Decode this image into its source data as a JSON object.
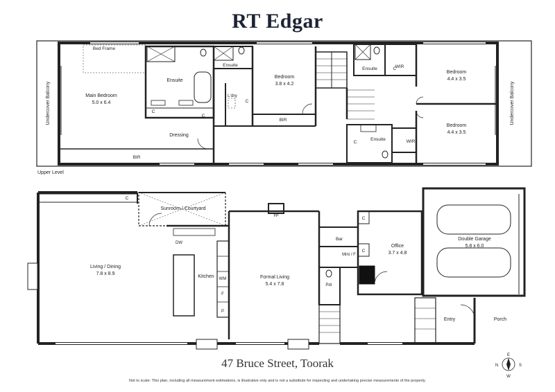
{
  "brand": "RT Edgar",
  "address": "47 Bruce Street, Toorak",
  "disclaimer": "Not to scale: This plan, including all measurement estimations, is illustrative only and is not a substitute for inspecting and undertaking precise measurements of the property.",
  "colors": {
    "wall": "#222222",
    "brand": "#1c2433",
    "text": "#222222"
  },
  "upper_level": {
    "label": "Upper Level",
    "balcony_left": "Undercover Balcony",
    "balcony_right": "Undercover Balcony",
    "rooms": {
      "bed_frame": "Bed Frame",
      "main_bedroom": "Main Bedroom",
      "main_bedroom_dims": "5.0 x 6.4",
      "ensuite_main": "Ensuite",
      "ensuite_mid": "Ensuite",
      "ensuite_right_top": "Ensuite",
      "ensuite_right_bottom": "Ensuite",
      "dressing": "Dressing",
      "bir_bottom": "BIR",
      "bir_mid": "BIR",
      "udry": "L'dry",
      "bedroom_mid": "Bedroom",
      "bedroom_mid_dims": "3.8 x 4.2",
      "wir_top": "WIR",
      "wir_bottom": "WIR",
      "bedroom_right_top": "Bedroom",
      "bedroom_right_top_dims": "4.4 x 3.5",
      "bedroom_right_bottom": "Bedroom",
      "bedroom_right_bottom_dims": "4.4 x 3.5",
      "c1": "C",
      "c2": "C",
      "c3": "C",
      "c4": "C",
      "c5": "C"
    }
  },
  "lower_level": {
    "rooms": {
      "c_top_left": "C",
      "sunroom": "Sunroom / Courtyard",
      "living_dining": "Living / Dining",
      "living_dining_dims": "7.8 x 8.9",
      "dw": "DW",
      "kitchen": "Kitchen",
      "wm": "WM",
      "f": "F",
      "p": "P",
      "fp": "FP",
      "formal_living": "Formal Living",
      "formal_living_dims": "5.4 x 7.8",
      "bar": "Bar",
      "mini_f": "Mini / F",
      "pdr": "Pdr",
      "c_office_top": "C",
      "c_office_mid": "C",
      "office": "Office",
      "office_dims": "3.7 x 4.8",
      "double_garage": "Double Garage",
      "double_garage_dims": "5.8 x 6.0",
      "entry": "Entry",
      "porch": "Porch"
    }
  },
  "compass": {
    "n": "N",
    "e": "E",
    "s": "S",
    "w": "W",
    "icon": "compass-icon"
  }
}
